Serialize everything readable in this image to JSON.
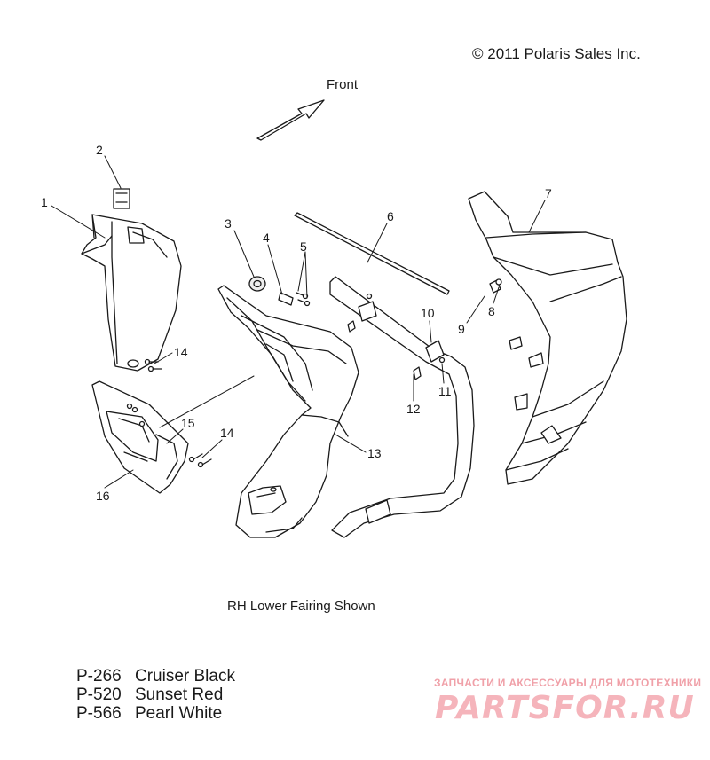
{
  "copyright": "© 2011 Polaris Sales Inc.",
  "direction_label": "Front",
  "shown_note": "RH Lower Fairing Shown",
  "color_options": [
    {
      "code": "P-266",
      "name": "Cruiser Black"
    },
    {
      "code": "P-520",
      "name": "Sunset Red"
    },
    {
      "code": "P-566",
      "name": "Pearl White"
    }
  ],
  "callouts": [
    "1",
    "2",
    "3",
    "4",
    "5",
    "6",
    "7",
    "8",
    "9",
    "10",
    "11",
    "12",
    "13",
    "14",
    "14",
    "15",
    "16"
  ],
  "watermark": {
    "tagline": "ЗАПЧАСТИ И АКСЕССУАРЫ ДЛЯ МОТОТЕХНИКИ",
    "logo": "PARTSFOR.RU",
    "color": "#f0a0a8"
  }
}
